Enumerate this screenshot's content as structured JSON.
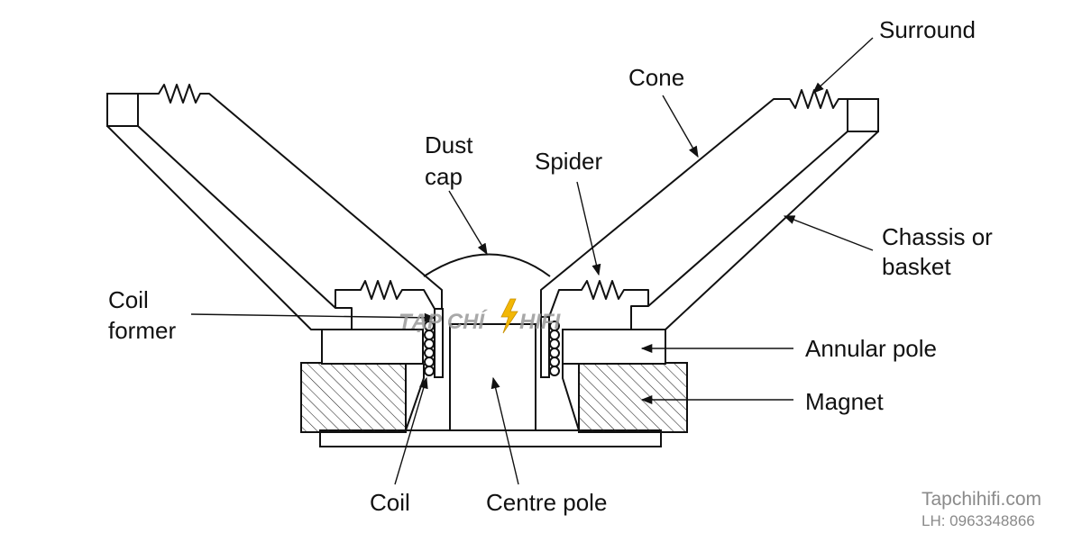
{
  "labels": {
    "surround": "Surround",
    "cone": "Cone",
    "dust_cap_1": "Dust",
    "dust_cap_2": "cap",
    "spider": "Spider",
    "chassis_1": "Chassis or",
    "chassis_2": "basket",
    "coil_former_1": "Coil",
    "coil_former_2": "former",
    "annular_pole": "Annular pole",
    "magnet": "Magnet",
    "coil": "Coil",
    "centre_pole": "Centre pole"
  },
  "watermark": {
    "logo_left": "TẠP CHÍ",
    "logo_right": "HIFI",
    "site": "Tapchihifi.com",
    "contact": "LH: 0963348866"
  },
  "colors": {
    "line": "#111111",
    "watermark": "#9a9a9a",
    "bolt": "#f2b705"
  }
}
